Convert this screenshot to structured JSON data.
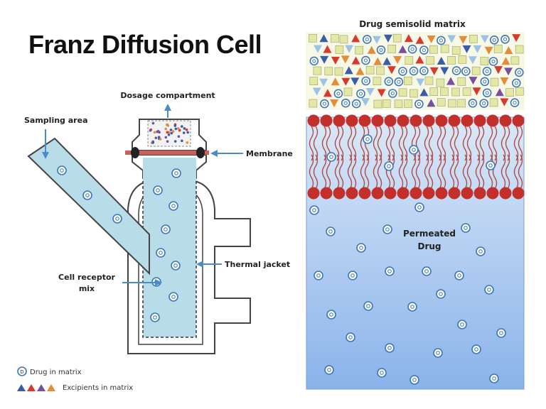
{
  "title": "Franz Diffusion Cell",
  "cell_labels": {
    "dosage": "Dosage compartment",
    "sampling": "Sampling area",
    "membrane": "Membrane",
    "thermal": "Thermal jacket",
    "receptor_line1": "Cell receptor",
    "receptor_line2": "mix"
  },
  "zoom_labels": {
    "matrix": "Drug semisolid  matrix",
    "permeated_line1": "Permeated",
    "permeated_line2": "Drug"
  },
  "legend": {
    "drug": "Drug in matrix",
    "excipients": "Excipients in matrix",
    "drug_symbol": "D"
  },
  "colors": {
    "arrow": "#4a8cc9",
    "receptor_fill": "#b9dde8",
    "membrane_band": "#c9605a",
    "lipid_head": "#c3302c",
    "lipid_tail": "#b44a45",
    "drug_ring": "#3a76b8",
    "permeation_top": "#dbe9f8",
    "permeation_bottom": "#8ab3ea",
    "excipients": [
      "#3b5ca8",
      "#d9392c",
      "#7a4fa0",
      "#e38c3a"
    ],
    "matrix_square": "#e4e8a6"
  }
}
